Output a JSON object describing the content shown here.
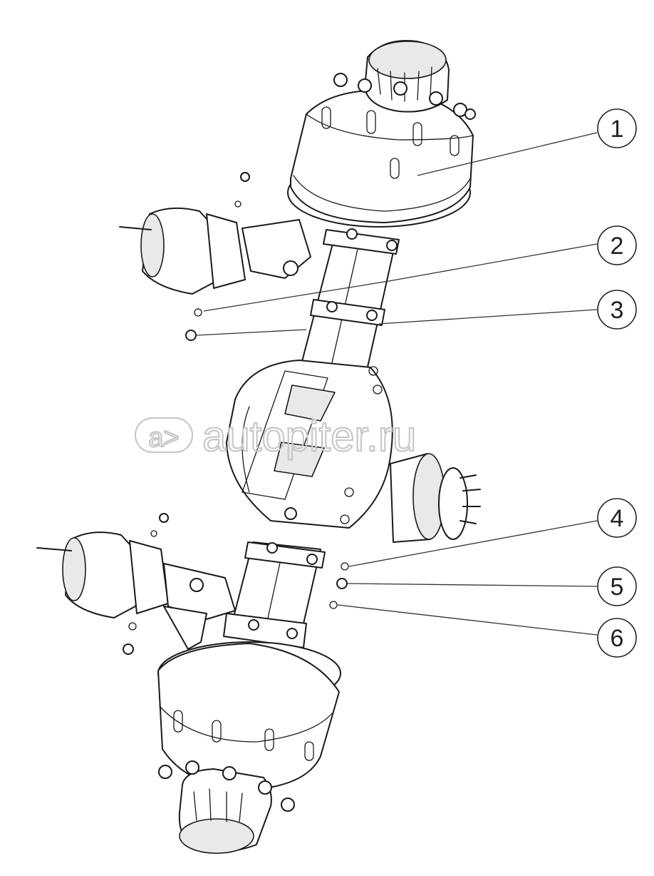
{
  "watermark": {
    "text": "autopiter.ru",
    "logo": "a>"
  },
  "callouts": [
    {
      "id": "1",
      "label": "1"
    },
    {
      "id": "2",
      "label": "2"
    },
    {
      "id": "3",
      "label": "3"
    },
    {
      "id": "4",
      "label": "4"
    },
    {
      "id": "5",
      "label": "5"
    },
    {
      "id": "6",
      "label": "6"
    }
  ]
}
